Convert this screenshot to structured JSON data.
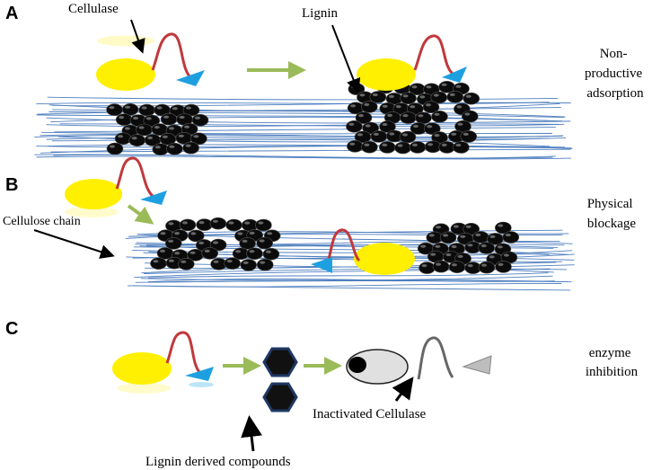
{
  "panels": {
    "a": {
      "letter": "A",
      "label_cellulase": "Cellulase",
      "label_lignin": "Lignin",
      "side_label_lines": [
        "Non-",
        "productive",
        "adsorption"
      ]
    },
    "b": {
      "letter": "B",
      "label_cellulose_chain": "Cellulose chain",
      "side_label_lines": [
        "Physical",
        "blockage"
      ]
    },
    "c": {
      "letter": "C",
      "label_inactivated": "Inactivated Cellulase",
      "label_compounds": "Lignin derived compounds",
      "side_label_lines": [
        "enzyme",
        "inhibition"
      ]
    }
  },
  "colors": {
    "fiber": "#4f7fbf",
    "enzyme_body": "#ffef00",
    "enzyme_linker": "#c0393b",
    "binding_module": "#1ea0e0",
    "lignin": "#0b0b0b",
    "process_arrow": "#9bbb59",
    "inactive_body": "#e0e0e0",
    "inactive_linker": "#666666",
    "inactive_module": "#bdbdbd",
    "compound_outline": "#1f3864"
  }
}
